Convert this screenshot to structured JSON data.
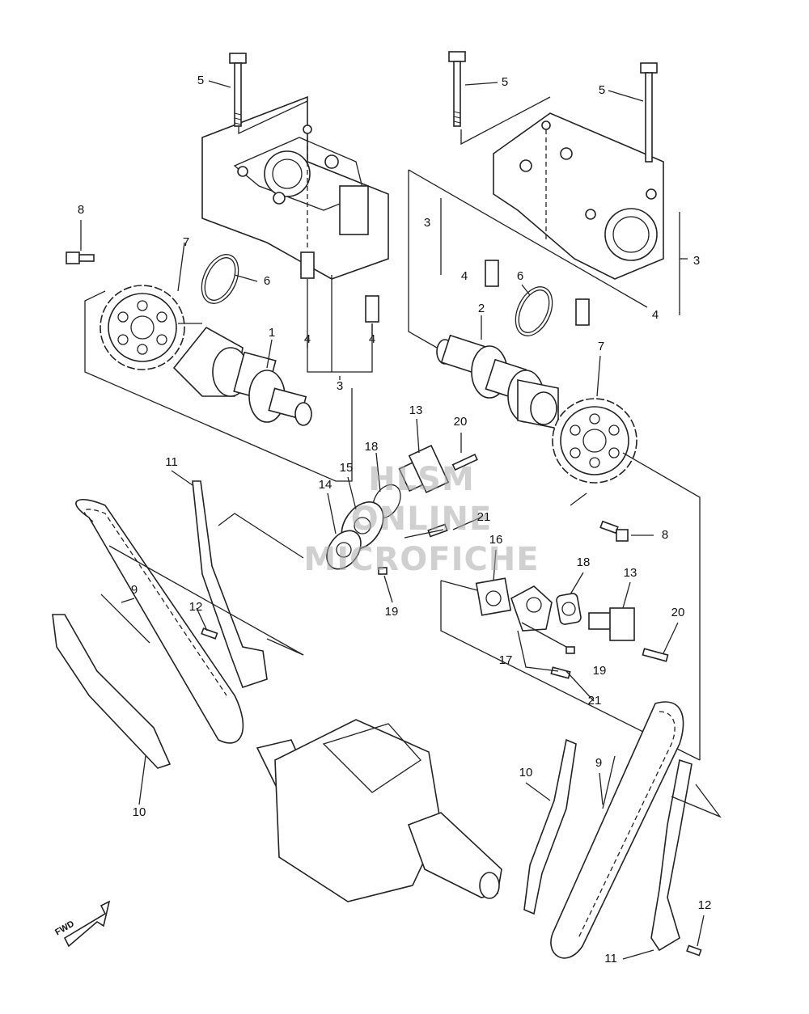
{
  "watermark": {
    "line1": "HLSM",
    "line2": "ONLINE",
    "line3": "MICROFICHE"
  },
  "fwd_label": "FWD",
  "callouts": [
    {
      "id": "c5a",
      "text": "5"
    },
    {
      "id": "c5b",
      "text": "5"
    },
    {
      "id": "c5c",
      "text": "5"
    },
    {
      "id": "c8a",
      "text": "8"
    },
    {
      "id": "c7a",
      "text": "7"
    },
    {
      "id": "c6a",
      "text": "6"
    },
    {
      "id": "c1",
      "text": "1"
    },
    {
      "id": "c4a",
      "text": "4"
    },
    {
      "id": "c4b",
      "text": "4"
    },
    {
      "id": "c3a",
      "text": "3"
    },
    {
      "id": "c3b",
      "text": "3"
    },
    {
      "id": "c4c",
      "text": "4"
    },
    {
      "id": "c6b",
      "text": "6"
    },
    {
      "id": "c3c",
      "text": "3"
    },
    {
      "id": "c4d",
      "text": "4"
    },
    {
      "id": "c2",
      "text": "2"
    },
    {
      "id": "c7b",
      "text": "7"
    },
    {
      "id": "c13a",
      "text": "13"
    },
    {
      "id": "c20a",
      "text": "20"
    },
    {
      "id": "c18a",
      "text": "18"
    },
    {
      "id": "c15",
      "text": "15"
    },
    {
      "id": "c14",
      "text": "14"
    },
    {
      "id": "c21a",
      "text": "21"
    },
    {
      "id": "c19a",
      "text": "19"
    },
    {
      "id": "c11a",
      "text": "11"
    },
    {
      "id": "c9a",
      "text": "9"
    },
    {
      "id": "c12a",
      "text": "12"
    },
    {
      "id": "c10a",
      "text": "10"
    },
    {
      "id": "c8b",
      "text": "8"
    },
    {
      "id": "c16",
      "text": "16"
    },
    {
      "id": "c18b",
      "text": "18"
    },
    {
      "id": "c13b",
      "text": "13"
    },
    {
      "id": "c20b",
      "text": "20"
    },
    {
      "id": "c17",
      "text": "17"
    },
    {
      "id": "c19b",
      "text": "19"
    },
    {
      "id": "c21b",
      "text": "21"
    },
    {
      "id": "c10b",
      "text": "10"
    },
    {
      "id": "c9b",
      "text": "9"
    },
    {
      "id": "c12b",
      "text": "12"
    },
    {
      "id": "c11b",
      "text": "11"
    }
  ]
}
